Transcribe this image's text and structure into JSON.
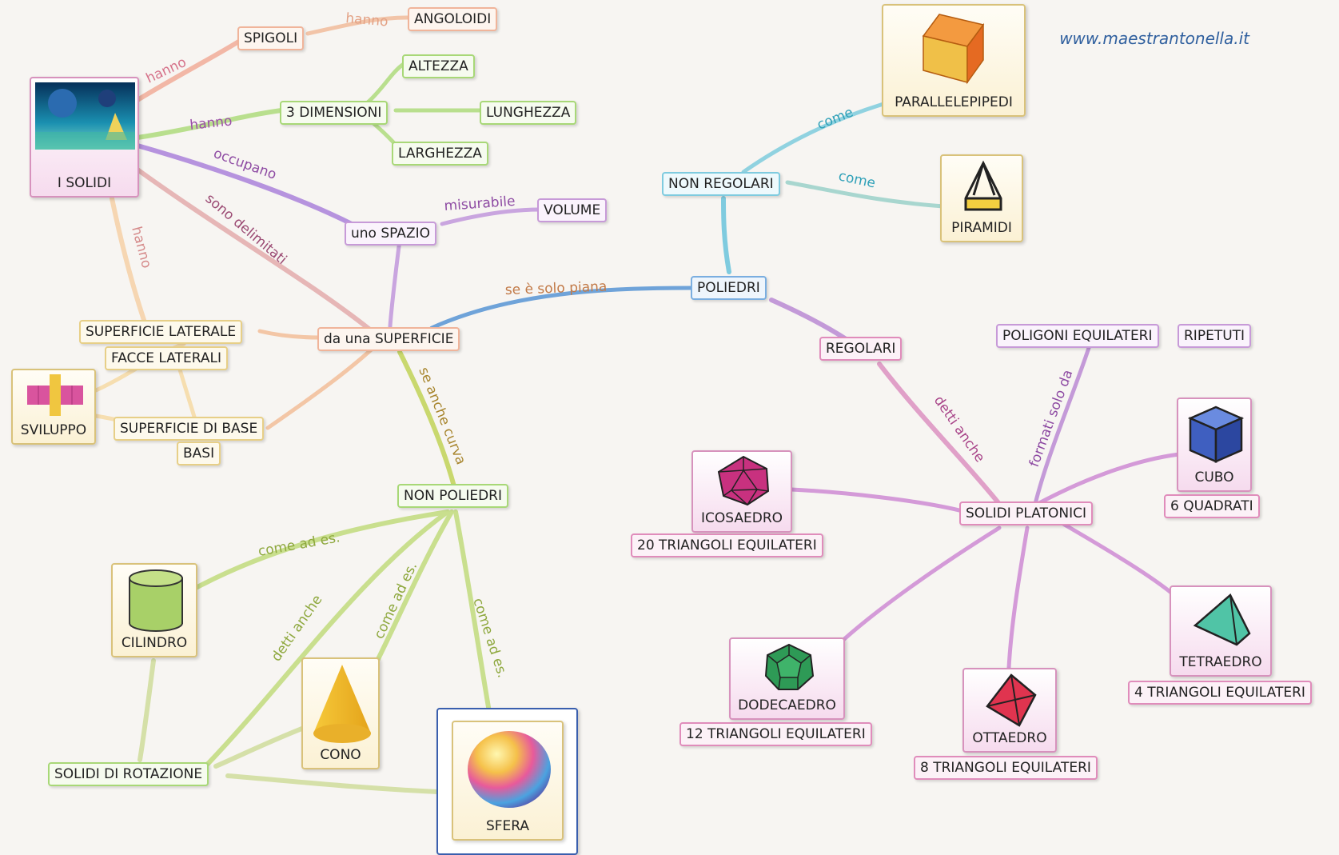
{
  "watermark": "www.maestrantonella.it",
  "nodes": {
    "i_solidi": "I SOLIDI",
    "spigoli": "SPIGOLI",
    "angoloidi": "ANGOLOIDI",
    "tre_dimensioni": "3 DIMENSIONI",
    "altezza": "ALTEZZA",
    "lunghezza": "LUNGHEZZA",
    "larghezza": "LARGHEZZA",
    "uno_spazio": "uno SPAZIO",
    "volume": "VOLUME",
    "da_una_superficie": "da una  SUPERFICIE",
    "superficie_laterale": "SUPERFICIE LATERALE",
    "facce_laterali": "FACCE LATERALI",
    "sviluppo": "SVILUPPO",
    "superficie_di_base": "SUPERFICIE DI BASE",
    "basi": "BASI",
    "non_poliedri": "NON POLIEDRI",
    "cilindro": "CILINDRO",
    "cono": "CONO",
    "sfera": "SFERA",
    "solidi_di_rotazione": "SOLIDI DI ROTAZIONE",
    "poliedri": "POLIEDRI",
    "non_regolari": "NON REGOLARI",
    "parallelepipedi": "PARALLELEPIPEDI",
    "piramidi": "PIRAMIDI",
    "regolari": "REGOLARI",
    "poligoni_equilateri": "POLIGONI EQUILATERI",
    "ripetuti": "RIPETUTI",
    "solidi_platonici": "SOLIDI PLATONICI",
    "icosaedro": "ICOSAEDRO",
    "icosaedro_facce": "20 TRIANGOLI EQUILATERI",
    "cubo": "CUBO",
    "cubo_facce": "6 QUADRATI",
    "tetraedro": "TETRAEDRO",
    "tetraedro_facce": "4 TRIANGOLI EQUILATERI",
    "dodecaedro": "DODECAEDRO",
    "dodecaedro_facce": "12 TRIANGOLI EQUILATERI",
    "ottaedro": "OTTAEDRO",
    "ottaedro_facce": "8 TRIANGOLI EQUILATERI"
  },
  "links": {
    "hanno_spigoli": "hanno",
    "hanno_angoloidi": "hanno",
    "hanno_dimensioni": "hanno",
    "occupano": "occupano",
    "sono_delimitati": "sono delimitati",
    "hanno_sviluppo": "hanno",
    "misurabile": "misurabile",
    "se_solo_piana": "se è solo piana",
    "se_anche_curva": "se anche curva",
    "come_par": "come",
    "come_pir": "come",
    "detti_anche_platonici": "detti anche",
    "formati_solo_da": "formati solo da",
    "come_ad_es_cilindro": "come ad es.",
    "detti_anche_rotazione": "detti anche",
    "come_ad_es_cono": "come ad es.",
    "come_ad_es_sfera": "come ad es."
  }
}
